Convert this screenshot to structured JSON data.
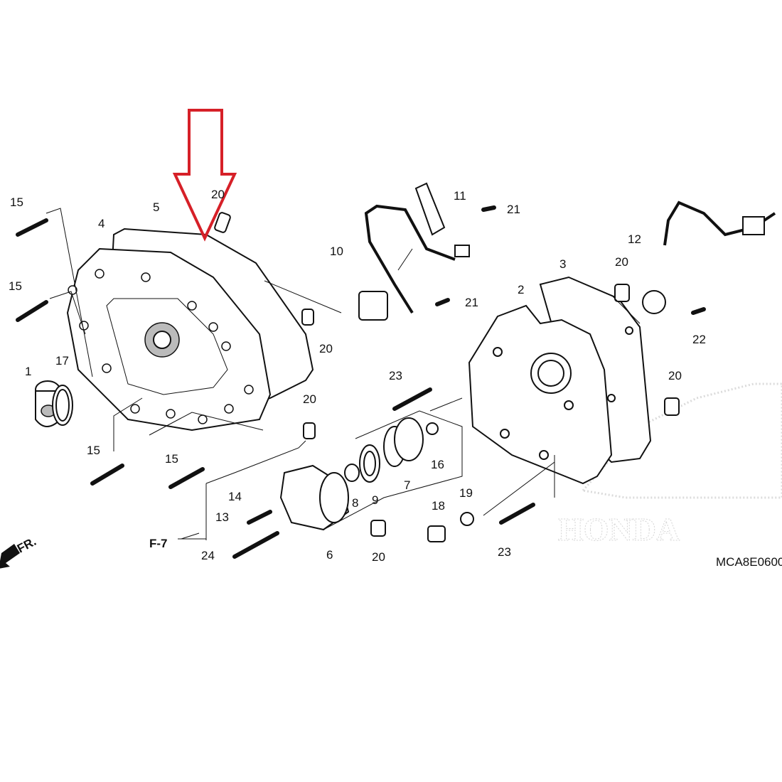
{
  "diagram": {
    "code": "MCA8E0600",
    "reference": "F-7",
    "direction": "FR.",
    "watermark": "HONDA",
    "highlight_color": "#d62028",
    "callouts": [
      "15",
      "4",
      "5",
      "20",
      "11",
      "21",
      "10",
      "12",
      "3",
      "20",
      "15",
      "2",
      "21",
      "20",
      "22",
      "1",
      "17",
      "23",
      "20",
      "20",
      "15",
      "15",
      "16",
      "19",
      "18",
      "14",
      "8",
      "9",
      "7",
      "13",
      "6",
      "20",
      "23",
      "24"
    ]
  }
}
